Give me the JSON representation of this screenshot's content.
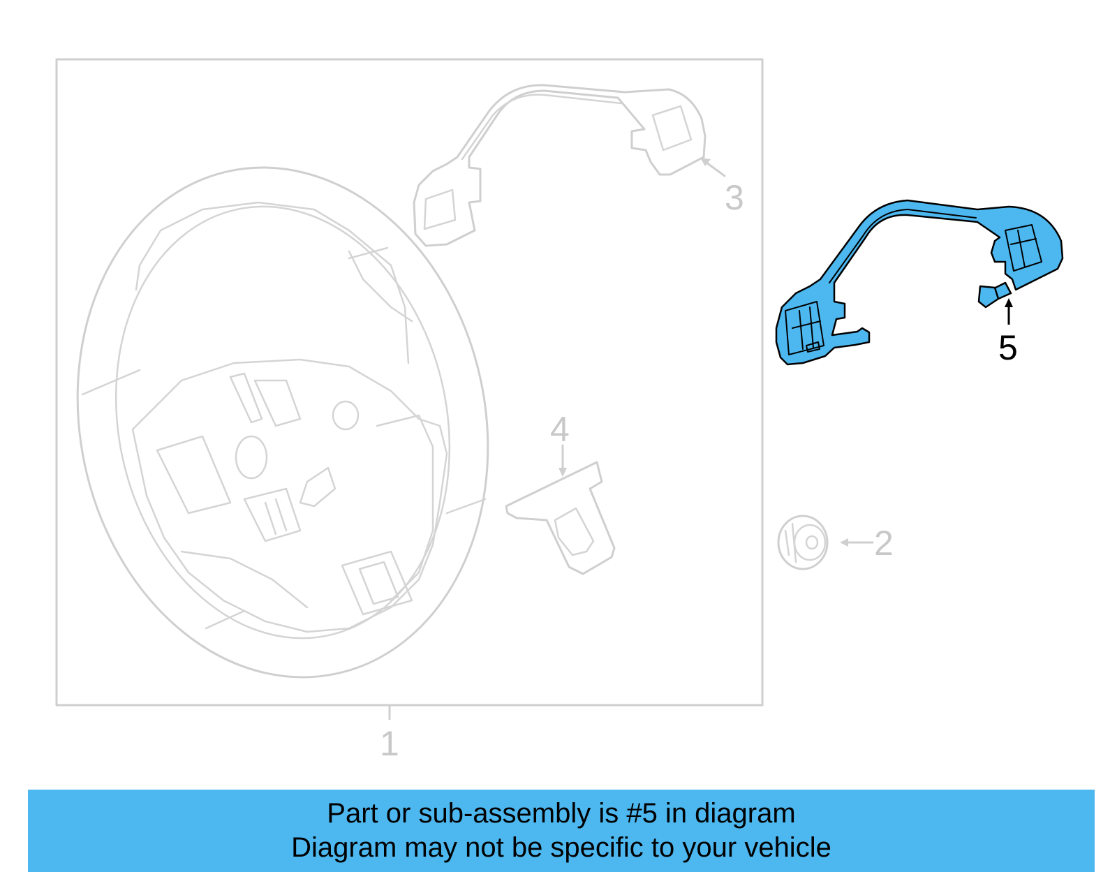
{
  "callouts": {
    "c1": "1",
    "c2": "2",
    "c3": "3",
    "c4": "4",
    "c5": "5"
  },
  "banner": {
    "line1": "Part or sub-assembly is #5 in diagram",
    "line2": "Diagram may not be specific to your vehicle"
  },
  "colors": {
    "highlight": "#4db8f0",
    "ghost_lines": "#cfcfcf"
  }
}
